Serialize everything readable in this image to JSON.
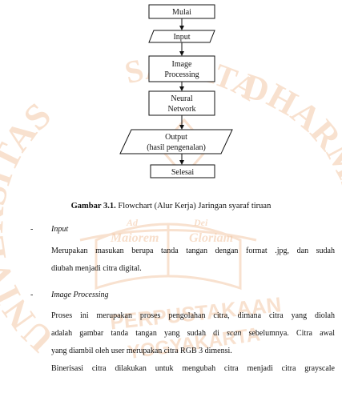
{
  "flowchart": {
    "nodes": {
      "mulai": "Mulai",
      "input": "Input",
      "image1": "Image",
      "image2": "Processing",
      "neural1": "Neural",
      "neural2": "Network",
      "output1": "Output",
      "output2": "(hasil pengenalan)",
      "selesai": "Selesai"
    }
  },
  "watermark": {
    "ring_left": "UNIVERSITAS",
    "ring_top": "SANATA",
    "ring_right": "DHARMA",
    "banner_left": "Maiorem",
    "banner_right": "Gloriam",
    "book_left": "Ad",
    "book_right": "Dei",
    "bottom1": "PERPUSTAKAAN",
    "bottom2": "YOGYAKARTA"
  },
  "caption": {
    "label": "Gambar 3.1.",
    "text": " Flowchart (Alur Kerja) Jaringan syaraf tiruan"
  },
  "sections": {
    "input_title": "Input",
    "input_l1": "Merupakan masukan berupa tanda tangan dengan format .jpg, dan sudah",
    "input_l2": "diubah menjadi citra digital.",
    "ip_title": "Image Processing",
    "ip_l1": "Proses ini merupakan proses pengolahan citra, dimana citra yang diolah",
    "ip_l2a": "adalah gambar tanda tangan yang sudah di ",
    "ip_l2b": "scan",
    "ip_l2c": " sebelumnya. Citra awal",
    "ip_l3": "yang diambil oleh user merupakan citra RGB 3 dimensi.",
    "ip_l4": "Binerisasi citra dilakukan untuk mengubah citra menjadi citra grayscale"
  },
  "colors": {
    "watermark": "#f3c9a8",
    "ink": "#111111"
  }
}
